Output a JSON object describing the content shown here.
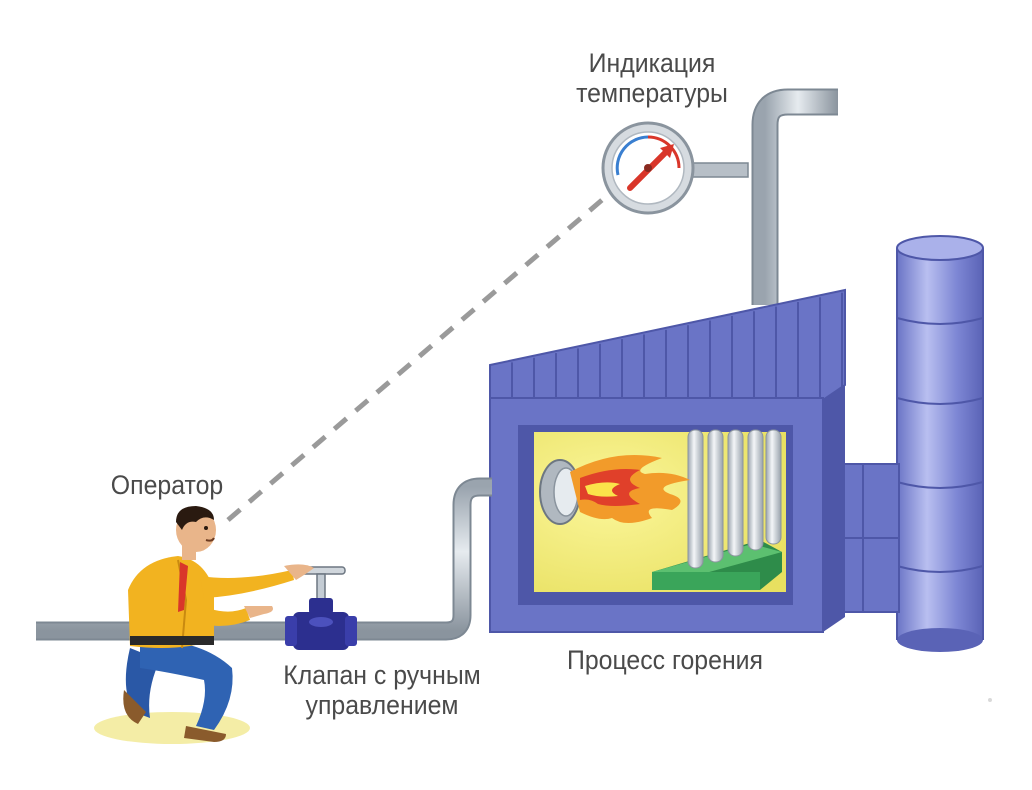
{
  "labels": {
    "temperature_indication": [
      "Индикация",
      "температуры"
    ],
    "operator": "Оператор",
    "manual_valve": [
      "Клапан с ручным",
      "управлением"
    ],
    "combustion_process": "Процесс горения"
  },
  "colors": {
    "pipe": "#c4ccd4",
    "pipe_outline": "#7d8893",
    "furnace_blue": "#6a74c6",
    "furnace_dark": "#4e57a8",
    "chamber_yellow": "#f3ee72",
    "flame_orange": "#f29b2a",
    "flame_red": "#e0402a",
    "green_base": "#3aa55a",
    "valve_blue": "#2c2f8f",
    "gauge_needle": "#d9362a",
    "operator_shirt": "#f2b320",
    "operator_pants": "#2f63b3",
    "dashed_line": "#9a9a9a"
  },
  "icons": {
    "gauge": "temperature-gauge-icon",
    "valve": "manual-valve-icon",
    "operator": "operator-figure",
    "furnace": "furnace-chamber",
    "stack": "exhaust-stack"
  }
}
